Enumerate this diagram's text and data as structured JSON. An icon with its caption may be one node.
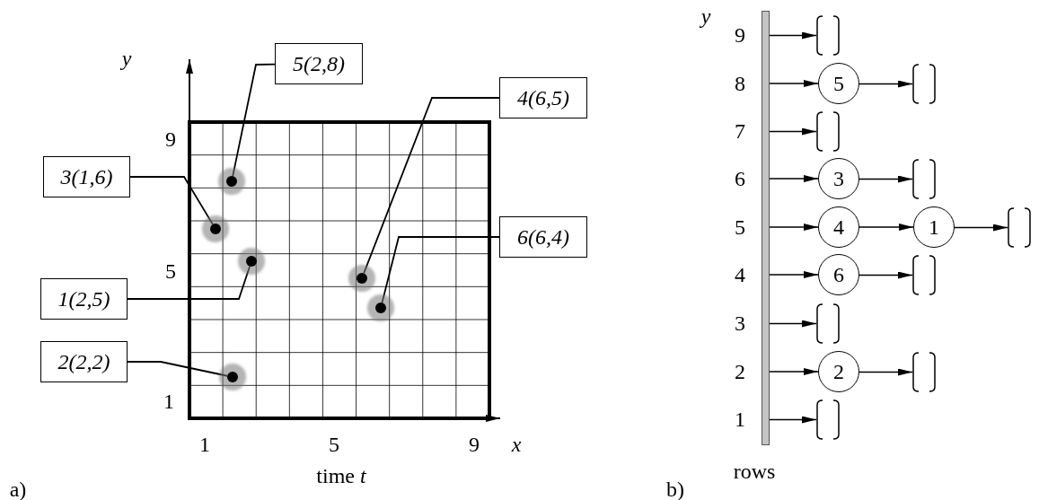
{
  "diagram": {
    "nodes": [
      {
        "text": [
          "5(2,8)"
        ]
      },
      {
        "text": [
          "4(6,5)"
        ]
      },
      {
        "text": [
          "3(1,6)"
        ]
      },
      {
        "text": [
          "6(6,4)"
        ]
      },
      {
        "text": [
          "1(2,5)"
        ]
      },
      {
        "text": [
          "2(2,2)"
        ]
      },
      {
        "text": [],
        "shape": "circle"
      },
      {
        "text": [],
        "shape": "circle"
      },
      {
        "text": [],
        "shape": "circle"
      },
      {
        "text": [],
        "shape": "circle"
      },
      {
        "text": [],
        "shape": "circle"
      },
      {
        "text": [],
        "shape": "circle"
      },
      {
        "text": [],
        "shape": "bar"
      },
      {
        "text": [],
        "shape": "bracket"
      },
      {
        "text": [
          "5"
        ]
      },
      {
        "text": [],
        "shape": "bracket"
      },
      {
        "text": [],
        "shape": "bracket"
      },
      {
        "text": [
          "3"
        ]
      },
      {
        "text": [],
        "shape": "bracket"
      },
      {
        "text": [
          "4"
        ]
      },
      {
        "text": [
          "1"
        ]
      },
      {
        "text": [],
        "shape": "bracket"
      },
      {
        "text": [
          "6"
        ]
      },
      {
        "text": [],
        "shape": "bracket"
      },
      {
        "text": [],
        "shape": "bracket"
      },
      {
        "text": [
          "2"
        ]
      },
      {
        "text": [],
        "shape": "bracket"
      },
      {
        "text": [],
        "shape": "bracket"
      }
    ],
    "edges": [
      {
        "from": 0,
        "to": 6,
        "arrow": "none"
      },
      {
        "from": 2,
        "to": 7,
        "arrow": "none"
      },
      {
        "from": 4,
        "to": 8,
        "arrow": "none"
      },
      {
        "from": 1,
        "to": 9,
        "arrow": "none"
      },
      {
        "from": 3,
        "to": 10,
        "arrow": "none"
      },
      {
        "from": 5,
        "to": 11,
        "arrow": "none"
      },
      {
        "from": 12,
        "to": 13,
        "arrow": "to"
      },
      {
        "from": 12,
        "to": 14,
        "arrow": "to"
      },
      {
        "from": 14,
        "to": 15,
        "arrow": "to"
      },
      {
        "from": 12,
        "to": 16,
        "arrow": "to"
      },
      {
        "from": 12,
        "to": 17,
        "arrow": "to"
      },
      {
        "from": 17,
        "to": 18,
        "arrow": "to"
      },
      {
        "from": 12,
        "to": 19,
        "arrow": "to"
      },
      {
        "from": 19,
        "to": 20,
        "arrow": "to"
      },
      {
        "from": 20,
        "to": 21,
        "arrow": "to"
      },
      {
        "from": 12,
        "to": 22,
        "arrow": "to"
      },
      {
        "from": 22,
        "to": 23,
        "arrow": "to"
      },
      {
        "from": 12,
        "to": 24,
        "arrow": "to"
      },
      {
        "from": 12,
        "to": 25,
        "arrow": "to"
      },
      {
        "from": 25,
        "to": 26,
        "arrow": "to"
      },
      {
        "from": 12,
        "to": 27,
        "arrow": "to"
      }
    ],
    "labels": [
      "y",
      "9",
      "5",
      "1",
      "1",
      "5",
      "9",
      "x",
      "time *t*",
      "a)",
      "y",
      "9",
      "8",
      "7",
      "6",
      "5",
      "4",
      "3",
      "2",
      "1",
      "rows",
      "b)"
    ]
  }
}
